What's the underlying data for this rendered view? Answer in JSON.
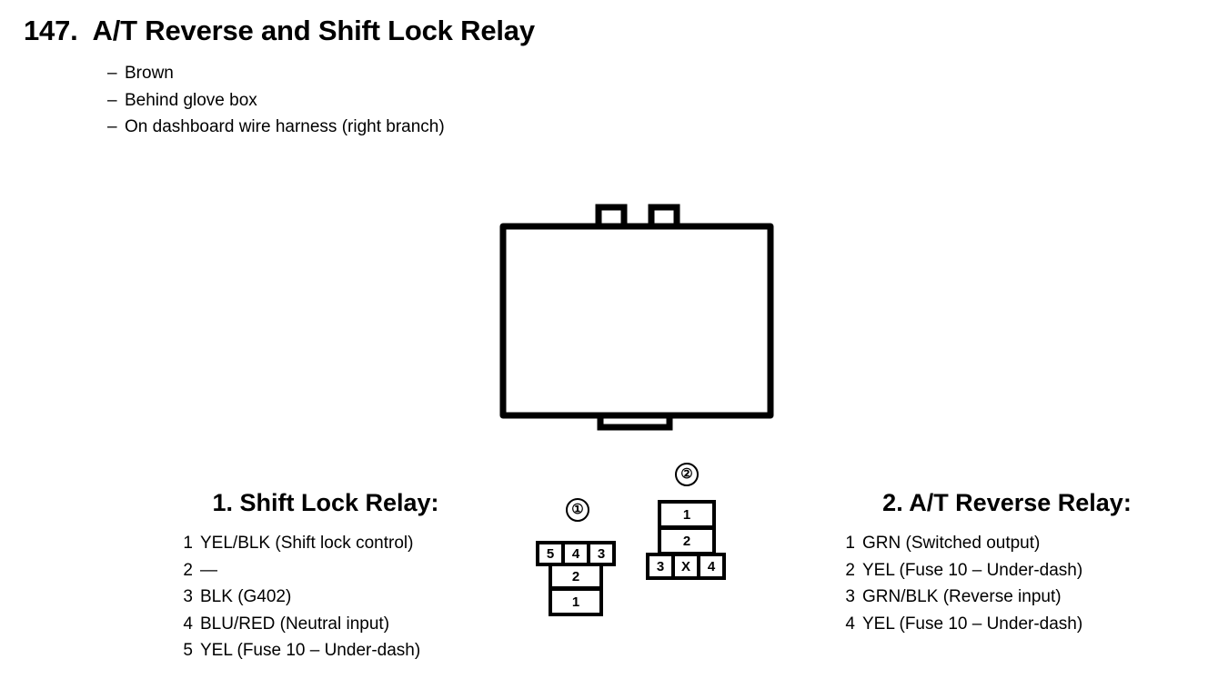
{
  "header": {
    "number": "147.",
    "title": "A/T Reverse and Shift Lock Relay",
    "bullets": [
      "Brown",
      "Behind glove box",
      "On dashboard wire harness (right branch)"
    ],
    "bullet_marker": "–"
  },
  "diagram": {
    "connector1": {
      "marker": "①",
      "top_row": [
        "5",
        "4",
        "3"
      ],
      "mid_cell": "2",
      "bottom_cell": "1"
    },
    "connector2": {
      "marker": "②",
      "top_cell": "1",
      "mid_cell": "2",
      "bottom_row": [
        "3",
        "X",
        "4"
      ]
    }
  },
  "legends": [
    {
      "title": "1. Shift Lock Relay:",
      "pins": [
        {
          "no": "1",
          "desc": "YEL/BLK (Shift lock control)"
        },
        {
          "no": "2",
          "desc": "—"
        },
        {
          "no": "3",
          "desc": "BLK (G402)"
        },
        {
          "no": "4",
          "desc": "BLU/RED (Neutral input)"
        },
        {
          "no": "5",
          "desc": "YEL (Fuse 10 – Under-dash)"
        }
      ]
    },
    {
      "title": "2. A/T Reverse Relay:",
      "pins": [
        {
          "no": "1",
          "desc": "GRN (Switched output)"
        },
        {
          "no": "2",
          "desc": "YEL (Fuse 10 – Under-dash)"
        },
        {
          "no": "3",
          "desc": "GRN/BLK (Reverse input)"
        },
        {
          "no": "4",
          "desc": "YEL (Fuse 10 – Under-dash)"
        }
      ]
    }
  ],
  "colors": {
    "ink": "#000000",
    "paper": "#ffffff"
  }
}
